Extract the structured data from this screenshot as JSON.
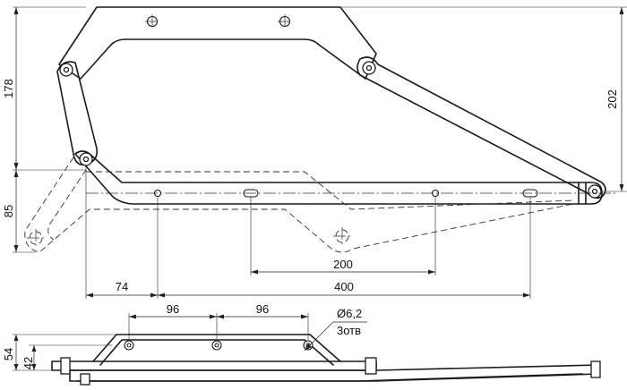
{
  "dimensions": {
    "d178": "178",
    "d85": "85",
    "d202": "202",
    "d200": "200",
    "d74": "74",
    "d400": "400",
    "d96a": "96",
    "d96b": "96",
    "d54": "54",
    "d42": "42",
    "hole_dia": "Ø6,2",
    "hole_count": "3отв"
  }
}
